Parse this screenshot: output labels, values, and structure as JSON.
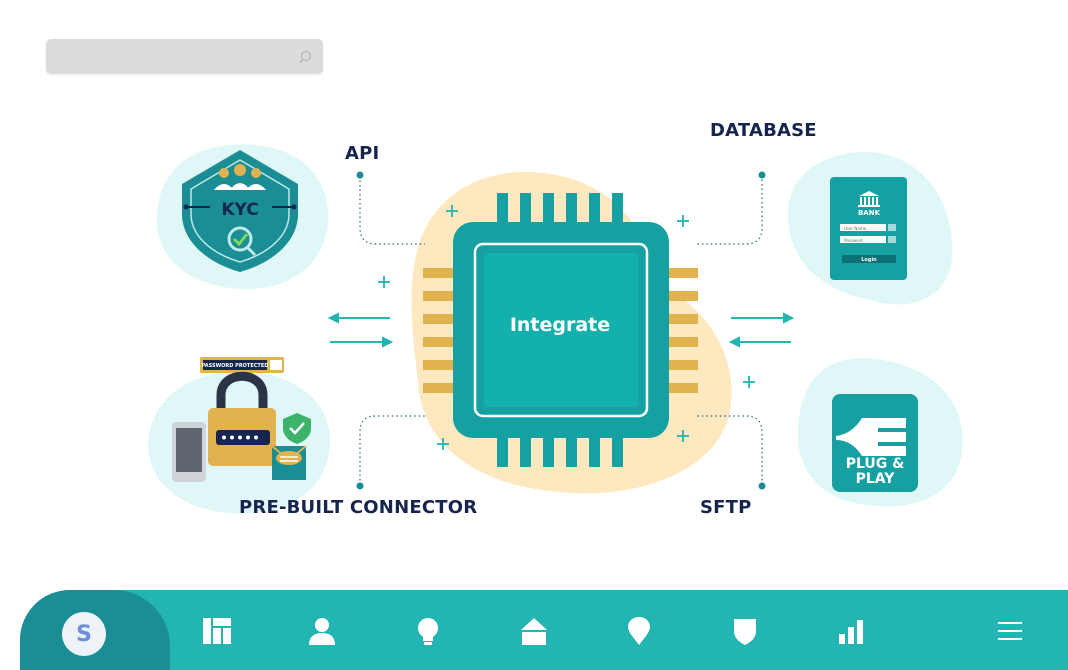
{
  "search": {
    "placeholder": "",
    "icon": "search-icon"
  },
  "diagram": {
    "center_label": "Integrate",
    "labels": {
      "api": "API",
      "database": "DATABASE",
      "prebuilt": "PRE-BUILT CONNECTOR",
      "sftp": "SFTP"
    },
    "kyc": {
      "text": "KYC"
    },
    "bank": {
      "title": "BANK",
      "username": "User Name",
      "password": "Password",
      "login": "Login"
    },
    "password_badge": "PASSWORD PROTECTED",
    "plug": {
      "line1": "PLUG &",
      "line2": "PLAY"
    }
  },
  "nav": {
    "avatar_letter": "S",
    "items": [
      {
        "name": "dashboard-icon"
      },
      {
        "name": "user-icon"
      },
      {
        "name": "lightbulb-icon"
      },
      {
        "name": "home-icon"
      },
      {
        "name": "location-pin-icon"
      },
      {
        "name": "shield-icon"
      },
      {
        "name": "bar-chart-icon"
      },
      {
        "name": "menu-icon"
      }
    ]
  },
  "colors": {
    "teal": "#22b5b1",
    "dark_teal": "#1a8e94",
    "chip_body": "#17a0a1",
    "pins": "#e2b24f",
    "blob_light": "#dff7f7",
    "blob_yellow": "#fde8bf",
    "label_text": "#15254d"
  }
}
